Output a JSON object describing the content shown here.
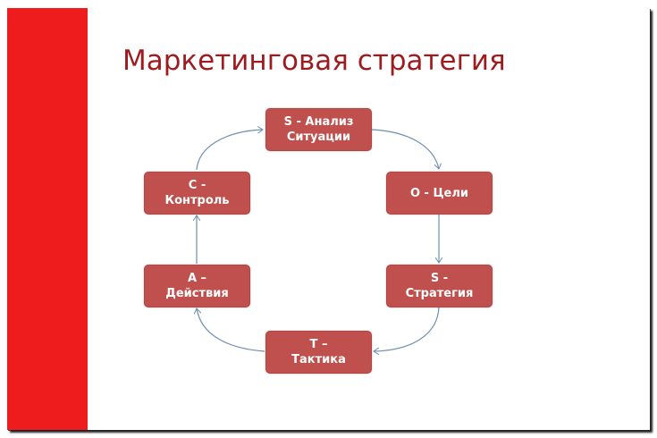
{
  "title": "Маркетинговая стратегия",
  "colors": {
    "sidebar": "#ee1c1c",
    "title": "#9e1b1f",
    "box": "#c0504d",
    "arrow": "#6f8fb0"
  },
  "cycle": [
    {
      "line1": "S - Анализ",
      "line2": "Ситуации"
    },
    {
      "line1": "O - Цели",
      "line2": ""
    },
    {
      "line1": "S -",
      "line2": "Стратегия"
    },
    {
      "line1": "T –",
      "line2": "Тактика"
    },
    {
      "line1": "A –",
      "line2": "Действия"
    },
    {
      "line1": "C -",
      "line2": "Контроль"
    }
  ]
}
